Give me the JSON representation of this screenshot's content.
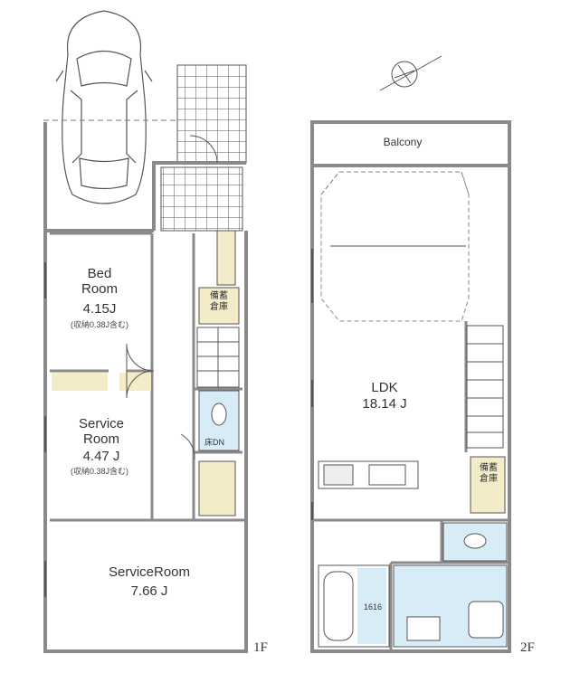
{
  "floor1": {
    "label": "1F",
    "rooms": [
      {
        "name": "Bed\nRoom",
        "size": "4.15J",
        "note": "(収納0.38J含む)"
      },
      {
        "name": "Service\nRoom",
        "size": "4.47 J",
        "note": "(収納0.38J含む)"
      },
      {
        "name": "ServiceRoom",
        "size": "7.66 J"
      }
    ],
    "storage_label": "備蓄\n倉庫",
    "floor_dn_label": "床DN"
  },
  "floor2": {
    "label": "2F",
    "balcony": "Balcony",
    "ldk": {
      "name": "LDK",
      "size": "18.14 J"
    },
    "storage_label": "備蓄\n倉庫",
    "unit_bath_label": "1616"
  },
  "colors": {
    "wall": "#8a8a8a",
    "wet_area": "#d8ecf8",
    "storage": "#f4ecc8",
    "line": "#555555"
  }
}
